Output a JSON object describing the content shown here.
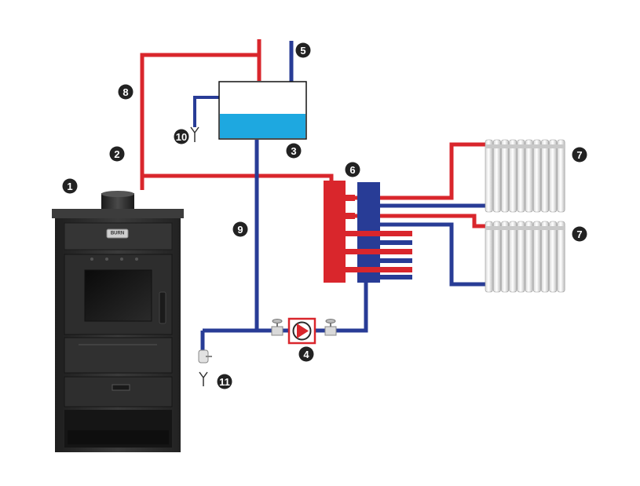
{
  "colors": {
    "hot_pipe": "#d9262c",
    "cold_pipe": "#283c96",
    "tank_water": "#1ea8e0",
    "stove_body": "#2b2b2b",
    "callout_bg": "#222222",
    "callout_text": "#ffffff",
    "pump_frame": "#d9262c"
  },
  "stove": {
    "brand_plate": "BURN"
  },
  "callouts": [
    {
      "id": "stove",
      "label": "1",
      "icon": "stove-icon"
    },
    {
      "id": "feed-pipe",
      "label": "2",
      "icon": "hot-pipe"
    },
    {
      "id": "expansion-tank",
      "label": "3",
      "icon": "tank-icon"
    },
    {
      "id": "circulation-pump",
      "label": "4",
      "icon": "pump-icon"
    },
    {
      "id": "cold-supply",
      "label": "5",
      "icon": "cold-pipe"
    },
    {
      "id": "manifold",
      "label": "6",
      "icon": "manifold-icon"
    },
    {
      "id": "radiator-upper",
      "label": "7",
      "icon": "radiator-icon"
    },
    {
      "id": "radiator-lower",
      "label": "7",
      "icon": "radiator-icon"
    },
    {
      "id": "safety-pipe",
      "label": "8",
      "icon": "hot-pipe"
    },
    {
      "id": "return-pipe",
      "label": "9",
      "icon": "cold-pipe"
    },
    {
      "id": "overflow-drain",
      "label": "10",
      "icon": "drain-icon"
    },
    {
      "id": "drain-valve",
      "label": "11",
      "icon": "drain-icon"
    }
  ]
}
